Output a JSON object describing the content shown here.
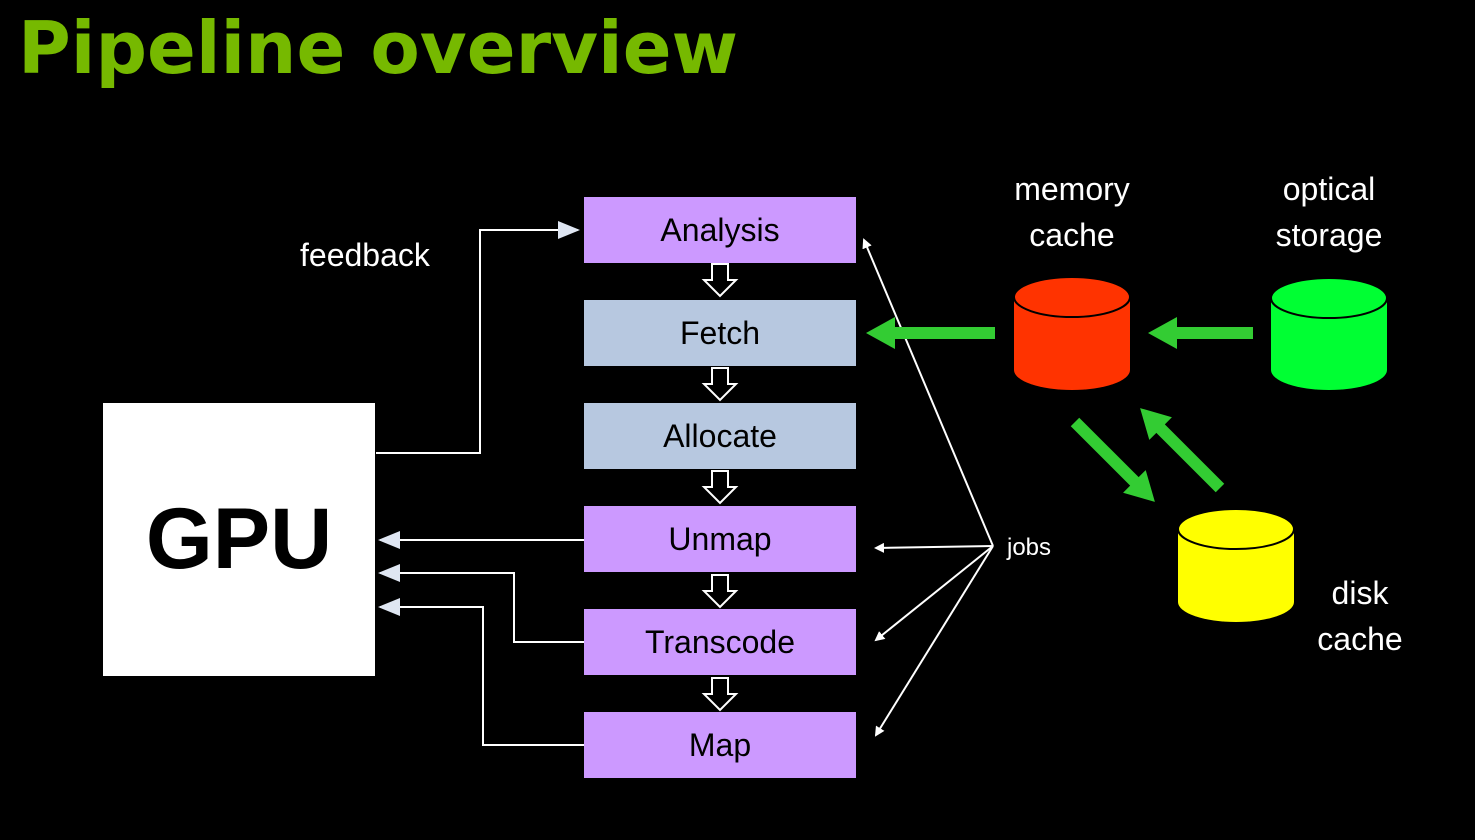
{
  "title": "Pipeline overview",
  "gpu": {
    "label": "GPU"
  },
  "stages": {
    "analysis": "Analysis",
    "fetch": "Fetch",
    "allocate": "Allocate",
    "unmap": "Unmap",
    "transcode": "Transcode",
    "map": "Map"
  },
  "labels": {
    "feedback": "feedback",
    "jobs": "jobs",
    "memory_cache": [
      "memory",
      "cache"
    ],
    "optical_storage": [
      "optical",
      "storage"
    ],
    "disk_cache": [
      "disk",
      "cache"
    ]
  },
  "colors": {
    "title": "#76b900",
    "stage_purple": "#cc99ff",
    "stage_blue": "#b7c8e0",
    "memory_cache": "#ff3300",
    "optical_storage": "#00ff33",
    "disk_cache": "#ffff00",
    "flow_arrow": "#33cc33"
  }
}
